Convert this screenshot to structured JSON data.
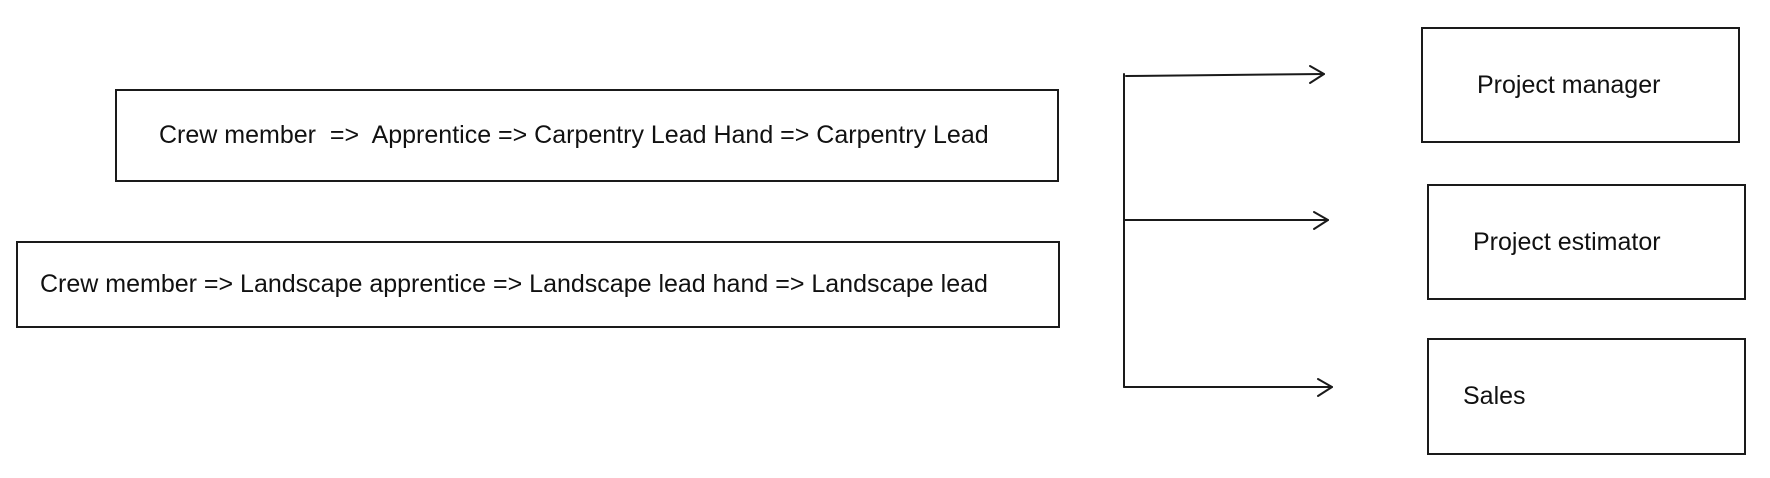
{
  "career_paths": [
    {
      "label": "Crew member  =>  Apprentice => Carpentry Lead Hand => Carpentry Lead"
    },
    {
      "label": "Crew member => Landscape apprentice => Landscape lead hand => Landscape lead"
    }
  ],
  "destinations": [
    {
      "label": "Project manager"
    },
    {
      "label": "Project estimator"
    },
    {
      "label": "Sales"
    }
  ],
  "colors": {
    "stroke": "#1a1a1a",
    "background": "#ffffff",
    "text": "#111111"
  }
}
